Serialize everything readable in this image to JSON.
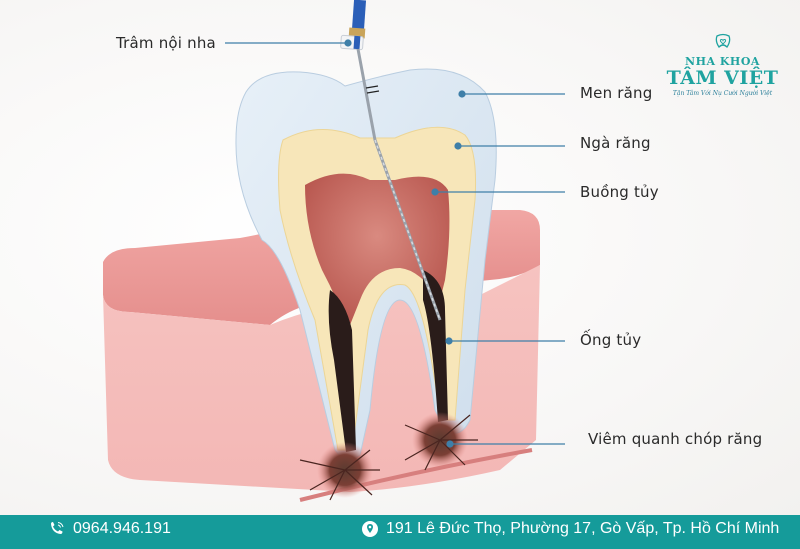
{
  "brand": {
    "line1": "NHA KHOA",
    "line2": "TÂM VIỆT",
    "tagline": "Tận Tâm Với Nụ Cười Người Việt",
    "color": "#1fa3a0"
  },
  "labels": {
    "file": "Trâm nội nha",
    "enamel": "Men răng",
    "dentin": "Ngà răng",
    "pulp_chamber": "Buồng tủy",
    "root_canal": "Ống tủy",
    "periapical": "Viêm quanh chóp răng"
  },
  "leader_line_color": "#3f7fa8",
  "footer": {
    "phone_icon": "phone-icon",
    "phone": "0964.946.191",
    "location_icon": "map-pin-icon",
    "address": "191 Lê Đức Thọ, Phường 17, Gò Vấp, Tp. Hồ Chí Minh",
    "background": "#159b9a"
  }
}
